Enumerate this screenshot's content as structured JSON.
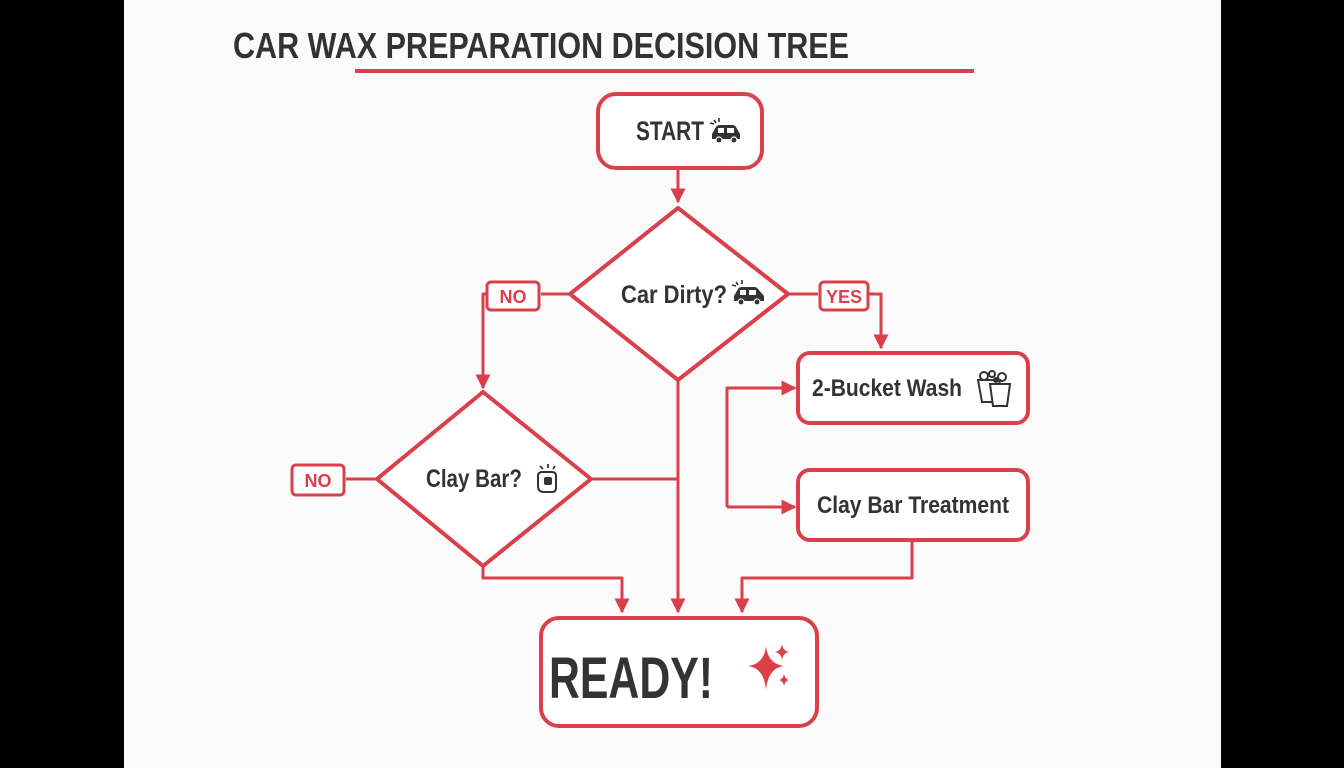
{
  "title": "CAR WAX PREPARATION DECISION TREE",
  "colors": {
    "accent": "#d9404a",
    "text": "#333333",
    "background": "#fbfbfb",
    "frame": "#000000"
  },
  "nodes": {
    "start": {
      "label": "START",
      "icon": "car-wash-icon"
    },
    "car_dirty": {
      "label": "Car Dirty?",
      "icon": "car-wash-icon"
    },
    "clay_bar_question": {
      "label": "Clay Bar?",
      "icon": "hand-clay-icon"
    },
    "two_bucket_wash": {
      "label": "2-Bucket Wash",
      "icon": "buckets-icon"
    },
    "clay_bar_treatment": {
      "label": "Clay Bar Treatment"
    },
    "ready": {
      "label": "READY!",
      "icon": "sparkles-icon"
    }
  },
  "edge_labels": {
    "car_dirty_no": "NO",
    "car_dirty_yes": "YES",
    "clay_bar_no": "NO"
  }
}
